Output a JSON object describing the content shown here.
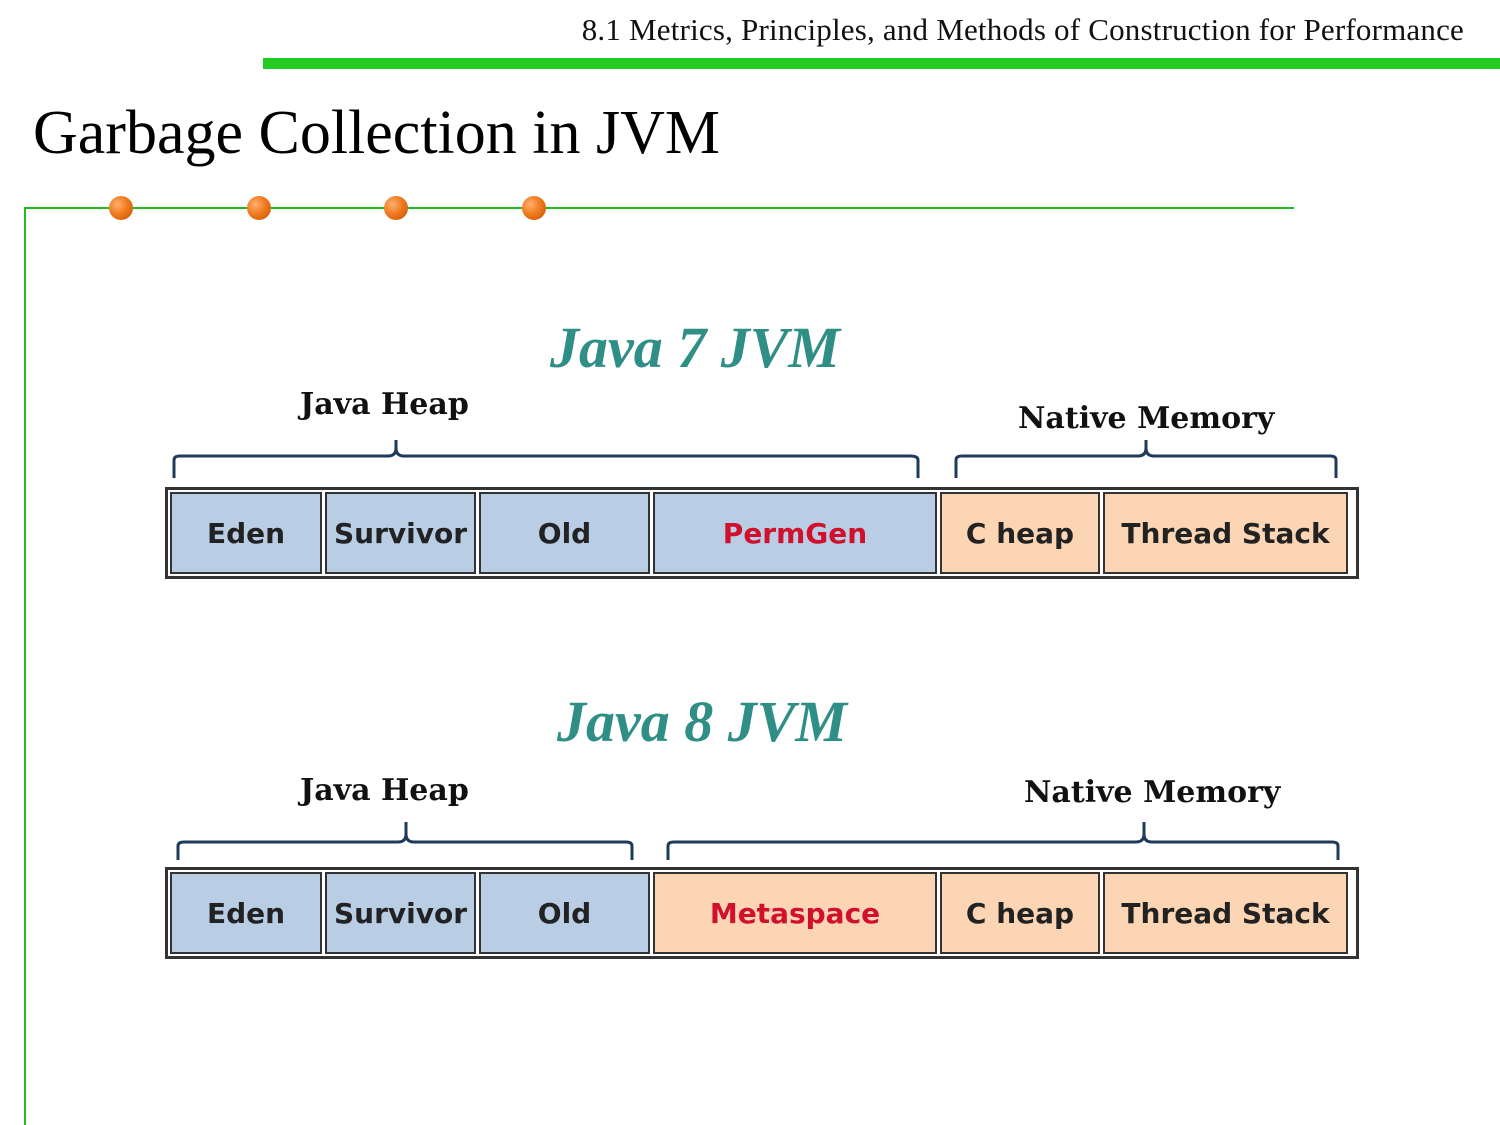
{
  "header": {
    "section_title": "8.1 Metrics, Principles, and Methods of Construction for Performance"
  },
  "slide": {
    "title": "Garbage Collection in JVM"
  },
  "colors": {
    "accent_green": "#22cc22",
    "bullet_orange": "#f07a1f",
    "jvm_title_teal": "#2f8f86",
    "heap_blue": "#b9cde5",
    "native_peach": "#fcd5b4",
    "highlight_red": "#d0102c"
  },
  "java7": {
    "title": "Java 7 JVM",
    "heap_label": "Java Heap",
    "native_label": "Native Memory",
    "segments": [
      "Eden",
      "Survivor",
      "Old",
      "PermGen",
      "C heap",
      "Thread Stack"
    ]
  },
  "java8": {
    "title": "Java 8 JVM",
    "heap_label": "Java Heap",
    "native_label": "Native Memory",
    "segments": [
      "Eden",
      "Survivor",
      "Old",
      "Metaspace",
      "C heap",
      "Thread Stack"
    ]
  }
}
